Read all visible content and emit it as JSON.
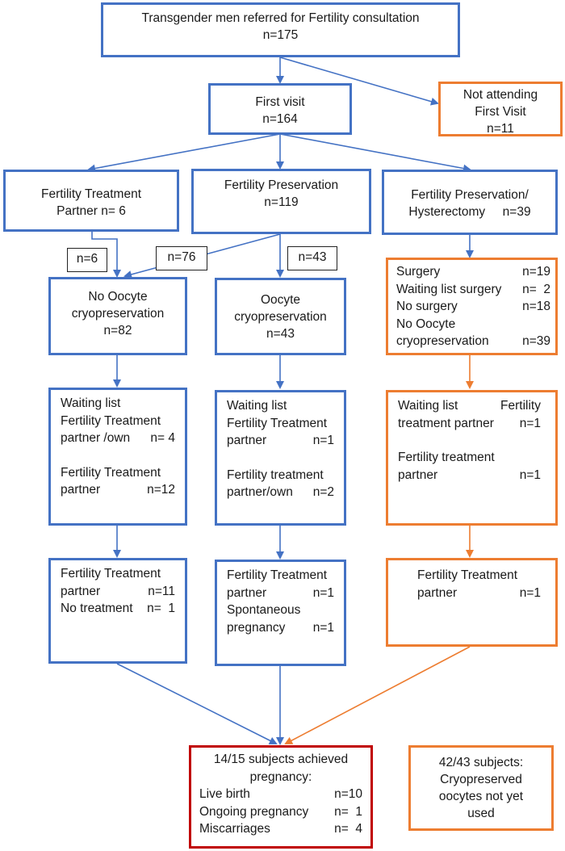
{
  "boxes": {
    "referred": {
      "line1": "Transgender men referred for Fertility consultation",
      "line2": "n=175"
    },
    "not_attending": {
      "line1": "Not attending",
      "line2": "First Visit",
      "line3": "n=11"
    },
    "first_visit": {
      "line1": "First visit",
      "line2": "n=164"
    },
    "ft_partner": {
      "line1": "Fertility Treatment",
      "line2": "Partner n= 6"
    },
    "fp": {
      "line1": "Fertility Preservation",
      "line2": "n=119"
    },
    "fp_hyst": {
      "line1": "Fertility Preservation/",
      "line2": "Hysterectomy     n=39"
    },
    "no_oocyte": {
      "line1": "No Oocyte",
      "line2": "cryopreservation",
      "line3": "n=82"
    },
    "oocyte": {
      "line1": "Oocyte",
      "line2": "cryopreservation",
      "line3": "n=43"
    },
    "surgery": {
      "r1_label": "Surgery",
      "r1_val": "n=19",
      "r2_label": "Waiting list surgery",
      "r2_val": "n=  2",
      "r3_label": "No surgery",
      "r3_val": "n=18",
      "r4_label": "No Oocyte",
      "r5_label": "cryopreservation",
      "r5_val": "n=39"
    },
    "wl_left": {
      "l1": "Waiting list",
      "l2": "Fertility Treatment",
      "l3_label": "partner /own",
      "l3_val": "n= 4",
      "l4": "Fertility Treatment",
      "l5_label": "partner",
      "l5_val": "n=12"
    },
    "wl_mid": {
      "l1": "Waiting list",
      "l2": "Fertility Treatment",
      "l3_label": "partner",
      "l3_val": "n=1",
      "l4": "Fertility treatment",
      "l5_label": "partner/own",
      "l5_val": "n=2"
    },
    "wl_right": {
      "l1_label": "Waiting list",
      "l1_val": "Fertility",
      "l2_label": "treatment partner",
      "l2_val": "n=1",
      "l3": "Fertility treatment",
      "l4_label": "partner",
      "l4_val": "n=1"
    },
    "ft_left": {
      "l1": "Fertility Treatment",
      "l2_label": "partner",
      "l2_val": "n=11",
      "l3_label": "No treatment",
      "l3_val": "n=  1"
    },
    "ft_mid": {
      "l1": "Fertility Treatment",
      "l2_label": "partner",
      "l2_val": "n=1",
      "l3": "Spontaneous",
      "l4_label": "pregnancy",
      "l4_val": "n=1"
    },
    "ft_right": {
      "l1": "Fertility Treatment",
      "l2_label": "partner",
      "l2_val": "n=1"
    },
    "outcome": {
      "l1": "14/15 subjects achieved",
      "l2": "pregnancy:",
      "l3_label": "Live birth",
      "l3_val": "n=10",
      "l4_label": "Ongoing pregnancy",
      "l4_val": "n=  1",
      "l5_label": "Miscarriages",
      "l5_val": "n=  4"
    },
    "cryo_unused": {
      "l1": "42/43 subjects:",
      "l2": "Cryopreserved",
      "l3": "oocytes not yet",
      "l4": "used"
    }
  },
  "edge_labels": {
    "n6": "n=6",
    "n76": "n=76",
    "n43": "n=43"
  },
  "colors": {
    "blue": "#4472c4",
    "orange": "#ed7d31",
    "red": "#c00000"
  }
}
